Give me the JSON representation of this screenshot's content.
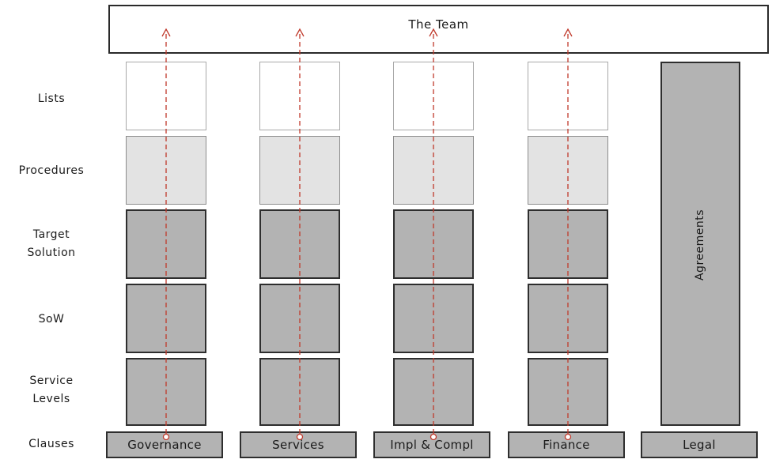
{
  "title": "The Team",
  "row_labels": {
    "lists": "Lists",
    "procedures": "Procedures",
    "target_solution_line1": "Target",
    "target_solution_line2": "Solution",
    "sow": "SoW",
    "service_levels_line1": "Service",
    "service_levels_line2": "Levels",
    "clauses": "Clauses"
  },
  "columns": {
    "governance": "Governance",
    "services": "Services",
    "impl_compl": "Impl & Compl",
    "finance": "Finance",
    "legal": "Legal"
  },
  "legal_block_label": "Agreements",
  "colors": {
    "arrow": "#c0392b",
    "dark_fill": "#b3b3b3",
    "light_fill": "#e3e3e3",
    "outline": "#2e2e2e"
  }
}
